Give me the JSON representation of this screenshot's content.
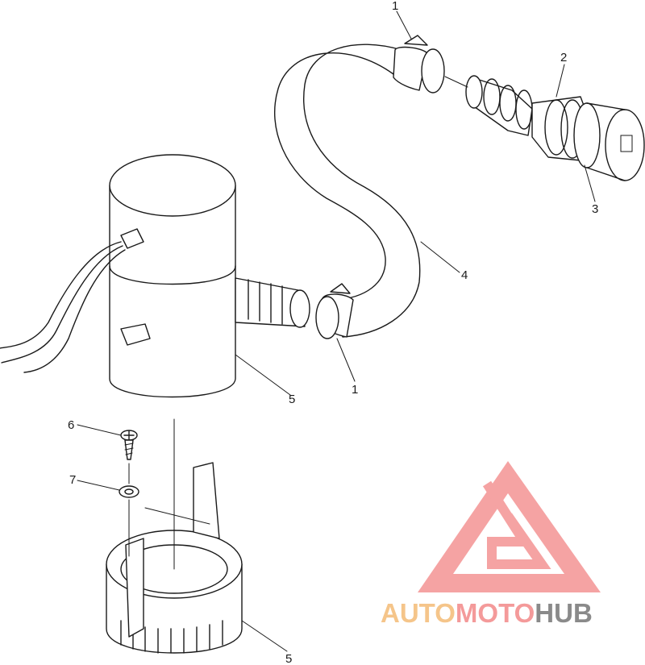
{
  "diagram": {
    "callouts": {
      "c1_top": "1",
      "c2": "2",
      "c3": "3",
      "c4": "4",
      "c1_bottom": "1",
      "c5_pump": "5",
      "c6": "6",
      "c7": "7",
      "c5_base": "5"
    },
    "parts": [
      {
        "id": "1",
        "icon": "hose-clamp-icon"
      },
      {
        "id": "2",
        "icon": "thru-hull-fitting-icon"
      },
      {
        "id": "3",
        "icon": "flange-nut-icon"
      },
      {
        "id": "4",
        "icon": "hose-icon"
      },
      {
        "id": "5",
        "icon": "bilge-pump-icon"
      },
      {
        "id": "6",
        "icon": "screw-icon"
      },
      {
        "id": "7",
        "icon": "washer-icon"
      }
    ]
  },
  "watermark": {
    "part1": "AUTO",
    "part2": "MOTO",
    "part3": "HUB",
    "colors": {
      "auto": "#f5c58a",
      "moto": "#f49a9a",
      "hub": "#8a8a8a",
      "logo": "#f28c8c"
    }
  }
}
